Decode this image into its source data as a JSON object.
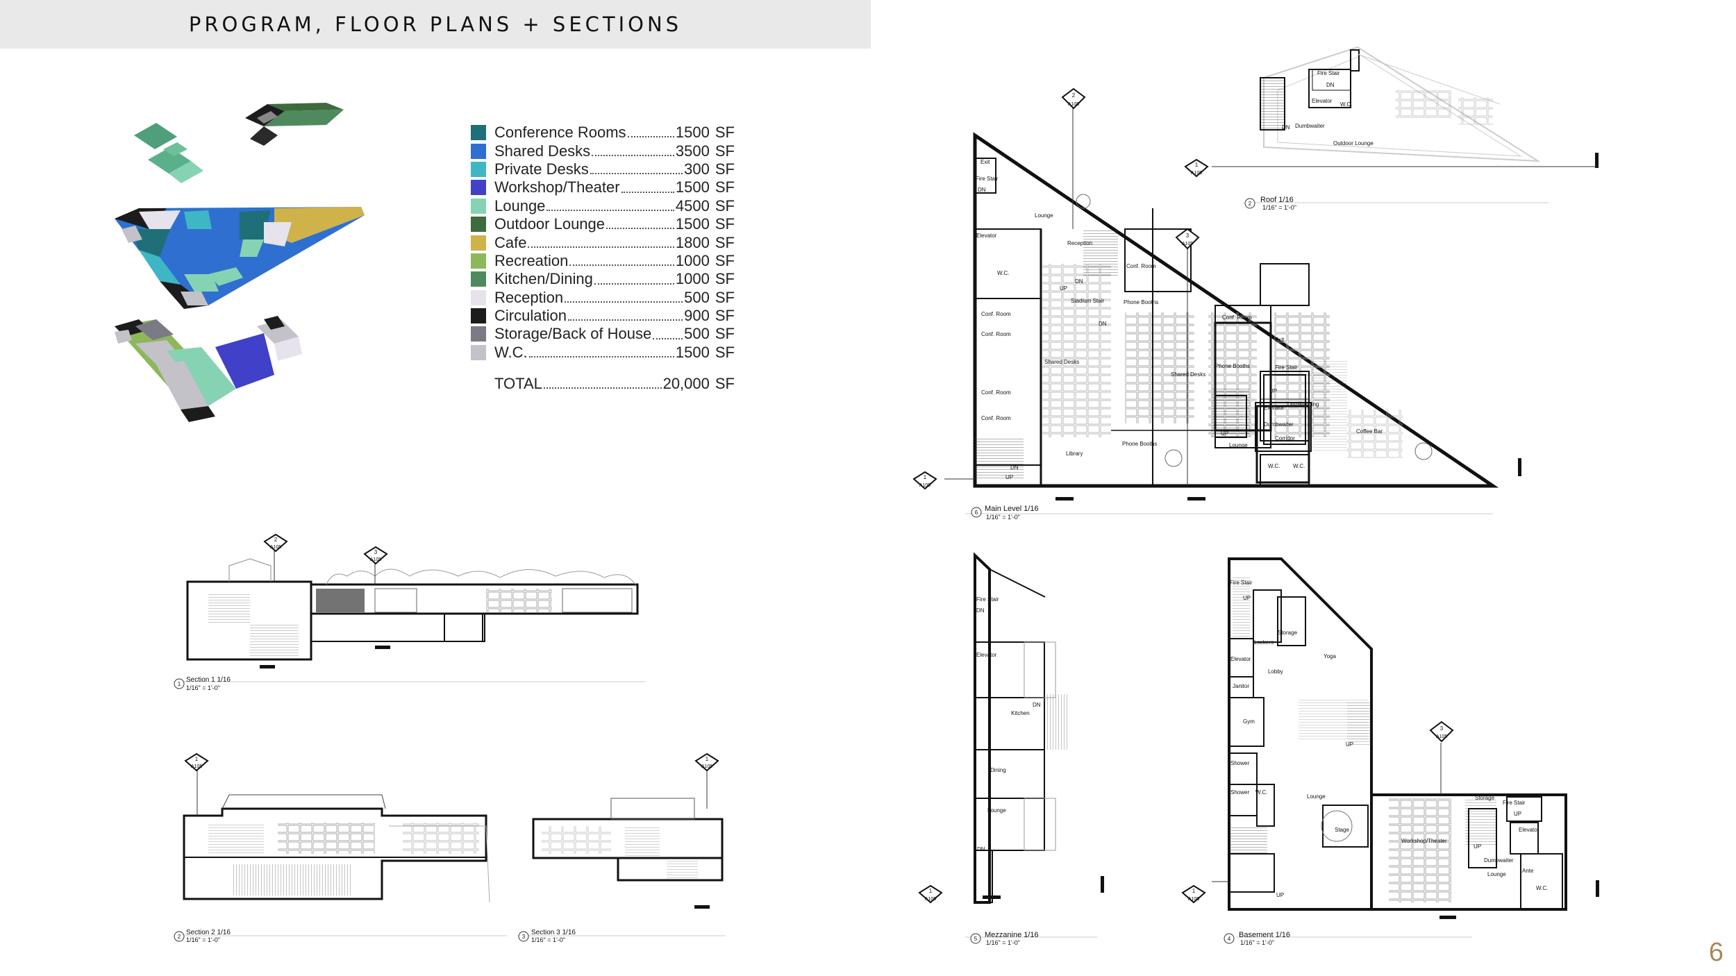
{
  "header": {
    "title": "PROGRAM, FLOOR PLANS + SECTIONS"
  },
  "program": {
    "items": [
      {
        "name": "Conference Rooms",
        "value": "1500",
        "unit": "SF",
        "color": "#1f6f78"
      },
      {
        "name": "Shared Desks",
        "value": "3500",
        "unit": "SF",
        "color": "#2f6fd0"
      },
      {
        "name": "Private Desks",
        "value": "300",
        "unit": "SF",
        "color": "#3fb6c4"
      },
      {
        "name": "Workshop/Theater",
        "value": "1500",
        "unit": "SF",
        "color": "#4040c8"
      },
      {
        "name": "Lounge",
        "value": "4500",
        "unit": "SF",
        "color": "#86d3b4"
      },
      {
        "name": "Outdoor Lounge",
        "value": "1500",
        "unit": "SF",
        "color": "#3e6b3e"
      },
      {
        "name": "Cafe",
        "value": "1800",
        "unit": "SF",
        "color": "#cfb24a"
      },
      {
        "name": "Recreation",
        "value": "1000",
        "unit": "SF",
        "color": "#8cb85a"
      },
      {
        "name": "Kitchen/Dining",
        "value": "1000",
        "unit": "SF",
        "color": "#4f8a5e"
      },
      {
        "name": "Reception",
        "value": "500",
        "unit": "SF",
        "color": "#e6e3ec"
      },
      {
        "name": "Circulation",
        "value": "900",
        "unit": "SF",
        "color": "#1c1c1c"
      },
      {
        "name": "Storage/Back of House",
        "value": "500",
        "unit": "SF",
        "color": "#7b7b85"
      },
      {
        "name": "W.C.",
        "value": "1500",
        "unit": "SF",
        "color": "#c2c2c8"
      }
    ],
    "total": {
      "name": "TOTAL",
      "value": "20,000",
      "unit": "SF"
    }
  },
  "drawings": {
    "section1": {
      "title": "Section 1 1/16",
      "scale": "1/16\" = 1'-0\"",
      "num": "1"
    },
    "section2": {
      "title": "Section 2 1/16",
      "scale": "1/16\" = 1'-0\"",
      "num": "2"
    },
    "section3": {
      "title": "Section 3 1/16",
      "scale": "1/16\" = 1'-0\"",
      "num": "3"
    },
    "main": {
      "title": "Main Level 1/16",
      "scale": "1/16\" = 1'-0\"",
      "num": "6"
    },
    "roof": {
      "title": "Roof 1/16",
      "scale": "1/16\" = 1'-0\"",
      "num": "2"
    },
    "mezz": {
      "title": "Mezzanine 1/16",
      "scale": "1/16\" = 1'-0\"",
      "num": "5"
    },
    "base": {
      "title": "Basement 1/16",
      "scale": "1/16\" = 1'-0\"",
      "num": "4"
    }
  },
  "markers": {
    "s2": {
      "n": "2",
      "s": "A105"
    },
    "s3": {
      "n": "3",
      "s": "A105"
    },
    "s1": {
      "n": "1",
      "s": "A105"
    }
  },
  "rooms": {
    "main": {
      "exit": "Exit",
      "firestair": "Fire Stair",
      "dn": "DN",
      "lounge": "Lounge",
      "reception": "Reception",
      "conf": "Conf. Room",
      "elevator": "Elevator",
      "wc": "W.C.",
      "stadium": "Stadium Stair",
      "phone": "Phone Booths",
      "up": "UP",
      "shared": "Shared Desks",
      "library": "Library",
      "dish": "Dishwashing",
      "dumb": "Dumbwaiter",
      "corridor": "Corridor",
      "coffee": "Coffee Bar"
    },
    "roof": {
      "outdoor": "Outdoor Lounge"
    },
    "mezz": {
      "kitchen": "Kitchen",
      "dining": "Dining"
    },
    "base": {
      "lockers": "Lockers",
      "storage": "Storage",
      "yoga": "Yoga",
      "lobby": "Lobby",
      "janitor": "Janitor",
      "gym": "Gym",
      "shower": "Shower",
      "stage": "Stage",
      "workshop": "Workshop/Theater",
      "ante": "Ante"
    }
  },
  "page_number": "6"
}
